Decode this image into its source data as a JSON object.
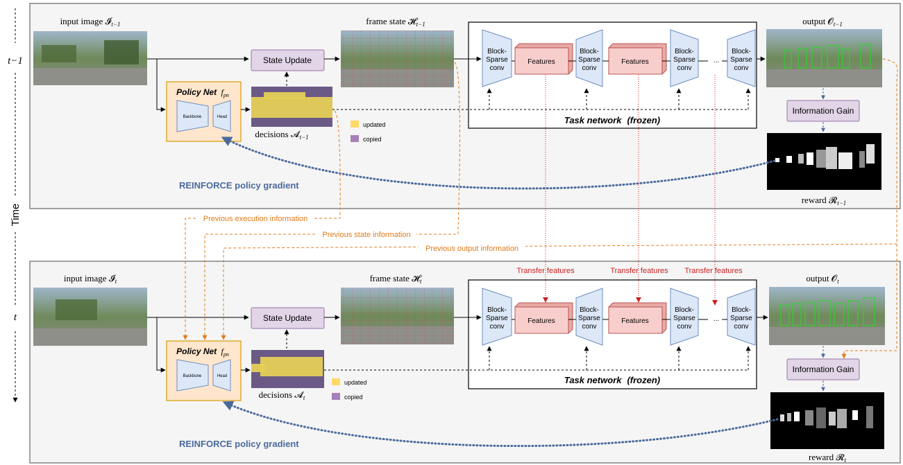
{
  "time_axis": {
    "label": "Time",
    "tick_prev": "t−1",
    "tick_curr": "t"
  },
  "panel_prev": {
    "input_label": "input image 𝓘",
    "input_sub": "t−1",
    "state_update": "State Update",
    "frame_state_label": "frame state 𝓗",
    "frame_state_sub": "t−1",
    "output_label": "output 𝓞",
    "output_sub": "t−1",
    "policy_title": "Policy Net",
    "policy_symbol": "f",
    "policy_symbol_sub": "pn",
    "backbone": "Backbone",
    "head": "Head",
    "decisions_label": "decisions 𝓐",
    "decisions_sub": "t−1",
    "legend_updated": "updated",
    "legend_copied": "copied",
    "conv_line1": "Block-",
    "conv_line2": "Sparse",
    "conv_line3": "conv",
    "features": "Features",
    "ellipsis": "...",
    "task_network": "Task network",
    "frozen": "(frozen)",
    "info_gain": "Information Gain",
    "reward_label": "reward 𝓡",
    "reward_sub": "t−1",
    "reinforce": "REINFORCE policy gradient"
  },
  "panel_curr": {
    "input_label": "input image 𝓘",
    "input_sub": "t",
    "state_update": "State Update",
    "frame_state_label": "frame state 𝓗",
    "frame_state_sub": "t",
    "output_label": "output 𝓞",
    "output_sub": "t",
    "policy_title": "Policy Net",
    "policy_symbol": "f",
    "policy_symbol_sub": "pn",
    "backbone": "Backbone",
    "head": "Head",
    "decisions_label": "decisions 𝓐",
    "decisions_sub": "t",
    "legend_updated": "updated",
    "legend_copied": "copied",
    "conv_line1": "Block-",
    "conv_line2": "Sparse",
    "conv_line3": "conv",
    "features": "Features",
    "ellipsis": "...",
    "task_network": "Task network",
    "frozen": "(frozen)",
    "info_gain": "Information Gain",
    "reward_label": "reward 𝓡",
    "reward_sub": "t",
    "reinforce": "REINFORCE policy gradient"
  },
  "between": {
    "prev_execution": "Previous execution information",
    "prev_state": "Previous state information",
    "prev_output": "Previous output information",
    "transfer": "Transfer features"
  },
  "colors": {
    "orange": "#E07B1A",
    "red": "#CC1F1F",
    "blue_dotted": "#4A6A9C",
    "conv_fill": "#DCE8F8",
    "conv_stroke": "#6C8EBF",
    "feat_fill": "#F8CECC",
    "feat_stroke": "#B85450",
    "policy_fill": "#FFE6CC",
    "policy_stroke": "#D79B00",
    "purple_fill": "#E1D5E7",
    "purple_stroke": "#9673A6",
    "updated": "#FFD966",
    "copied": "#A680B8"
  }
}
